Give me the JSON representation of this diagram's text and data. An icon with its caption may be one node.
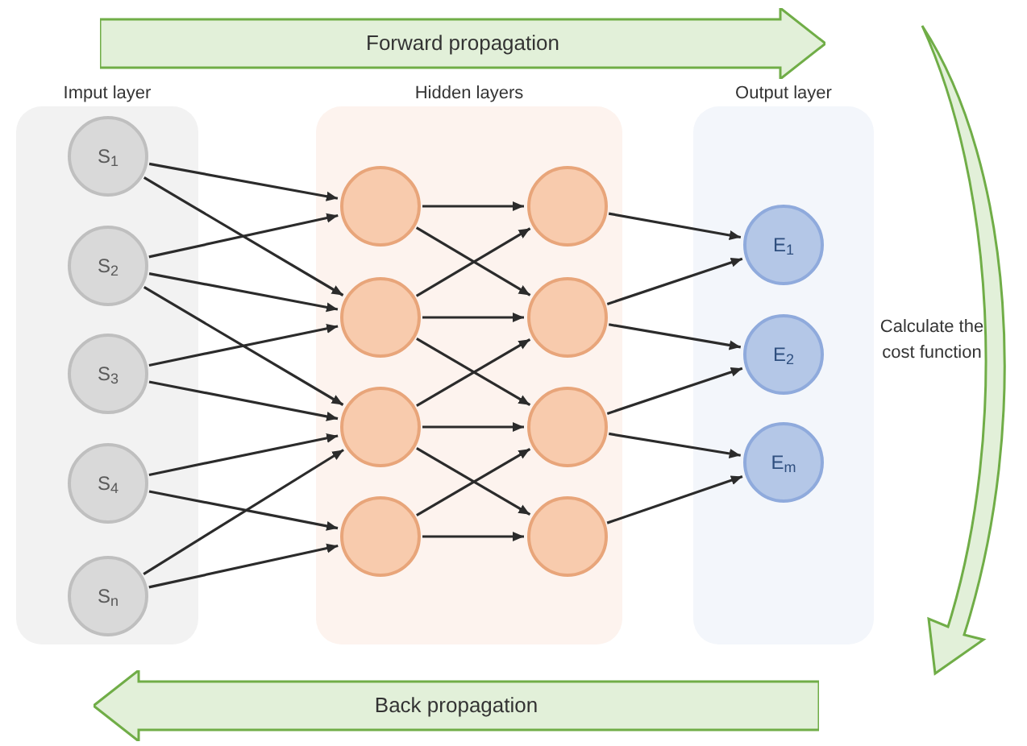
{
  "diagram": {
    "nodes": [
      {
        "text": [
          "Forward propagation"
        ]
      },
      {
        "text": [
          "Imput layer"
        ]
      },
      {
        "text": [
          "S$_{1}$"
        ],
        "in": 1
      },
      {
        "text": [
          "S$_{2}$"
        ],
        "in": 1
      },
      {
        "text": [
          "S$_{3}$"
        ],
        "in": 1
      },
      {
        "text": [
          "S$_{4}$"
        ],
        "in": 1
      },
      {
        "text": [
          "S$_{n}$"
        ],
        "in": 1
      },
      {
        "text": [
          "Hidden layers"
        ]
      },
      {
        "text": [],
        "shape": "circle",
        "in": 7
      },
      {
        "text": [],
        "shape": "circle",
        "in": 7
      },
      {
        "text": [],
        "shape": "circle",
        "in": 7
      },
      {
        "text": [],
        "shape": "circle",
        "in": 7
      },
      {
        "text": [],
        "shape": "circle",
        "in": 7
      },
      {
        "text": [],
        "shape": "circle",
        "in": 7
      },
      {
        "text": [],
        "shape": "circle",
        "in": 7
      },
      {
        "text": [],
        "shape": "circle",
        "in": 7
      },
      {
        "text": [
          "Output layer"
        ]
      },
      {
        "text": [
          "E$_{1}$"
        ],
        "in": 16
      },
      {
        "text": [
          "E$_{2}$"
        ],
        "in": 16
      },
      {
        "text": [
          "E$_{m}$"
        ],
        "in": 16
      },
      {
        "text": [
          "Back propagation"
        ]
      }
    ],
    "edges": [
      {
        "from": 2,
        "to": 8,
        "arrow": "to"
      },
      {
        "from": 2,
        "to": 9,
        "arrow": "to"
      },
      {
        "from": 3,
        "to": 8,
        "arrow": "to"
      },
      {
        "from": 3,
        "to": 9,
        "arrow": "to"
      },
      {
        "from": 3,
        "to": 10,
        "arrow": "to"
      },
      {
        "from": 4,
        "to": 9,
        "arrow": "to"
      },
      {
        "from": 4,
        "to": 10,
        "arrow": "to"
      },
      {
        "from": 5,
        "to": 10,
        "arrow": "to"
      },
      {
        "from": 5,
        "to": 11,
        "arrow": "to"
      },
      {
        "from": 6,
        "to": 10,
        "arrow": "to"
      },
      {
        "from": 6,
        "to": 11,
        "arrow": "to"
      },
      {
        "from": 8,
        "to": 12,
        "arrow": "to"
      },
      {
        "from": 8,
        "to": 13,
        "arrow": "to"
      },
      {
        "from": 9,
        "to": 12,
        "arrow": "to"
      },
      {
        "from": 9,
        "to": 13,
        "arrow": "to"
      },
      {
        "from": 9,
        "to": 14,
        "arrow": "to"
      },
      {
        "from": 10,
        "to": 13,
        "arrow": "to"
      },
      {
        "from": 10,
        "to": 14,
        "arrow": "to"
      },
      {
        "from": 10,
        "to": 15,
        "arrow": "to"
      },
      {
        "from": 11,
        "to": 14,
        "arrow": "to"
      },
      {
        "from": 11,
        "to": 15,
        "arrow": "to"
      },
      {
        "from": 12,
        "to": 17,
        "arrow": "to"
      },
      {
        "from": 13,
        "to": 17,
        "arrow": "to"
      },
      {
        "from": 13,
        "to": 18,
        "arrow": "to"
      },
      {
        "from": 14,
        "to": 18,
        "arrow": "to"
      },
      {
        "from": 14,
        "to": 19,
        "arrow": "to"
      },
      {
        "from": 15,
        "to": 19,
        "arrow": "to"
      }
    ],
    "labels": [
      "Calculate the cost function"
    ]
  }
}
